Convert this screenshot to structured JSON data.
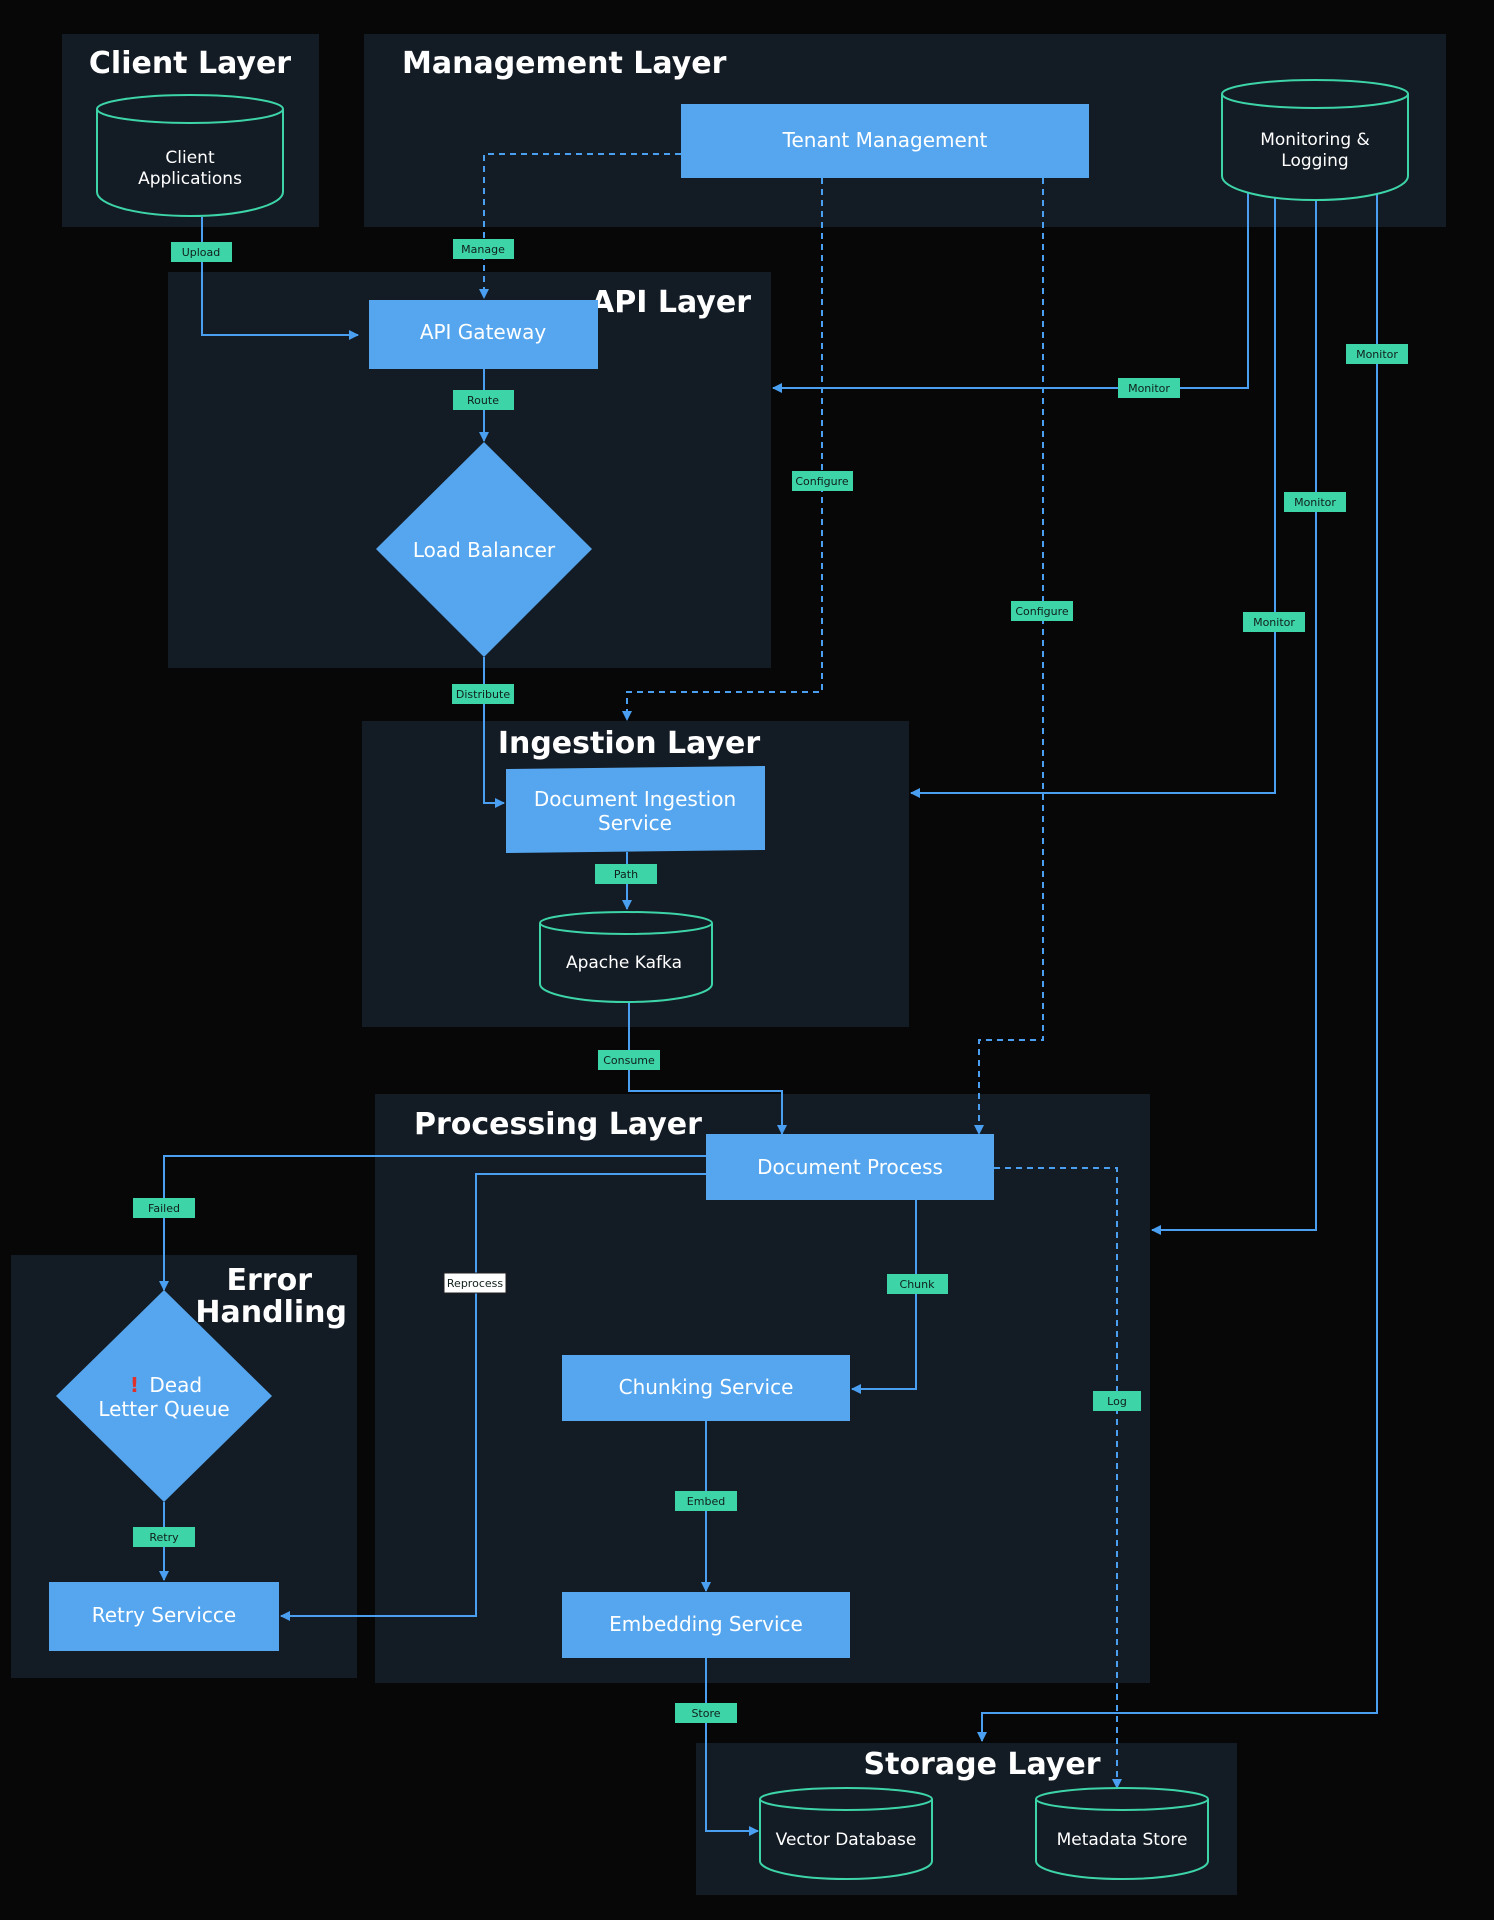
{
  "layers": {
    "client": "Client Layer",
    "management": "Management Layer",
    "api": "API Layer",
    "ingestion": "Ingestion Layer",
    "processing": "Processing Layer",
    "error_line1": "Error",
    "error_line2": "Handling",
    "storage": "Storage Layer"
  },
  "nodes": {
    "client_apps_line1": "Client",
    "client_apps_line2": "Applications",
    "tenant_management": "Tenant Management",
    "monitoring_line1": "Monitoring &",
    "monitoring_line2": "Logging",
    "api_gateway": "API Gateway",
    "load_balancer": "Load Balancer",
    "doc_ingestion_line1": "Document Ingestion",
    "doc_ingestion_line2": "Service",
    "apache_kafka": "Apache Kafka",
    "document_process": "Document Process",
    "chunking_service": "Chunking Service",
    "embedding_service": "Embedding Service",
    "dlq_icon": "!",
    "dlq_line1": "Dead",
    "dlq_line2": "Letter Queue",
    "retry_service": "Retry Servicce",
    "vector_database": "Vector Database",
    "metadata_store": "Metadata Store"
  },
  "edge_labels": {
    "upload": "Upload",
    "manage": "Manage",
    "route": "Route",
    "monitor_api": "Monitor",
    "monitor_storage": "Monitor",
    "monitor_processing": "Monitor",
    "monitor_ingestion": "Monitor",
    "configure_ingestion": "Configure",
    "configure_processing": "Configure",
    "distribute": "Distribute",
    "path": "Path",
    "consume": "Consume",
    "failed": "Failed",
    "reprocess": "Reprocess",
    "chunk": "Chunk",
    "log": "Log",
    "embed": "Embed",
    "retry": "Retry",
    "store": "Store"
  },
  "colors": {
    "background": "#070707",
    "layer": "#131b25",
    "node": "#55a6ef",
    "edge": "#4a9ff0",
    "label": "#3dd4a8",
    "cylinder_stroke": "#3dd4a8"
  }
}
